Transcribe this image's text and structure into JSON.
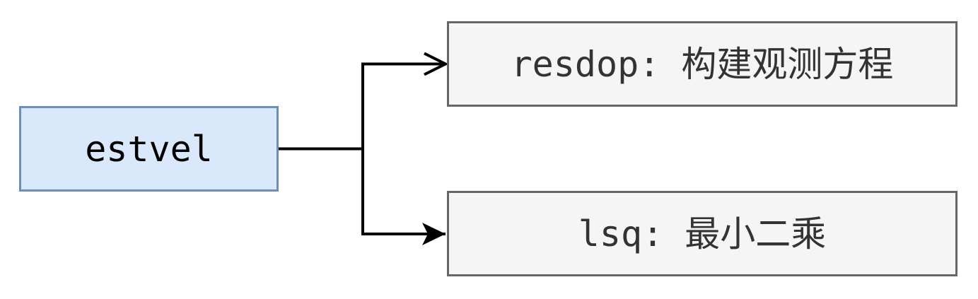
{
  "diagram": {
    "title": "estvel function call diagram",
    "background_color": "#ffffff",
    "nodes": {
      "estvel": {
        "id": "estvel",
        "label": "estvel",
        "fill_color": "#dae8fc",
        "border_color": "#6c8ebf",
        "text_color": "#000000"
      },
      "resdop": {
        "id": "resdop",
        "label": "resdop: 构建观测方程",
        "fill_color": "#f5f5f5",
        "border_color": "#666666",
        "text_color": "#333333"
      },
      "lsq": {
        "id": "lsq",
        "label": "lsq: 最小二乘",
        "fill_color": "#f5f5f5",
        "border_color": "#666666",
        "text_color": "#333333"
      }
    },
    "edges": [
      {
        "from": "estvel",
        "to": "resdop",
        "arrowhead": "open",
        "line_color": "#000000"
      },
      {
        "from": "estvel",
        "to": "lsq",
        "arrowhead": "filled",
        "line_color": "#000000"
      }
    ]
  }
}
